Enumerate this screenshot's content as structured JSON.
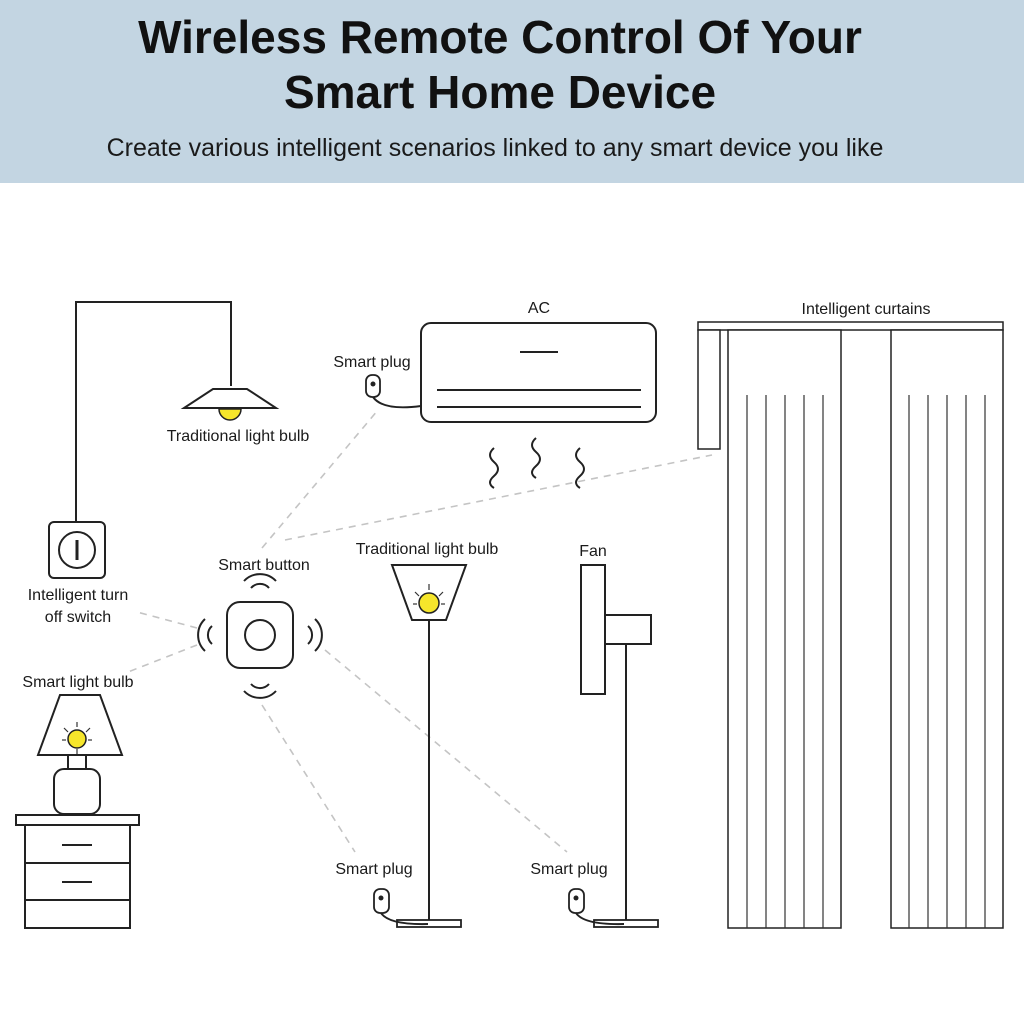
{
  "header": {
    "title_line1": "Wireless Remote Control Of Your",
    "title_line2": "Smart Home Device",
    "subtitle": "Create various intelligent scenarios linked to any smart device you like"
  },
  "labels": {
    "traditional_bulb_ceiling": "Traditional light bulb",
    "switch_line1": "Intelligent turn",
    "switch_line2": "off switch",
    "smart_light_bulb": "Smart light bulb",
    "smart_button": "Smart button",
    "smart_plug_ac": "Smart plug",
    "ac": "AC",
    "intelligent_curtains": "Intelligent curtains",
    "traditional_bulb_lamp": "Traditional light bulb",
    "fan": "Fan",
    "smart_plug_lamp": "Smart plug",
    "smart_plug_fan": "Smart plug"
  },
  "colors": {
    "header_bg": "#c3d5e2",
    "bulb": "#f6e62b",
    "line": "#222222",
    "dashed_link": "#c4c4c4"
  },
  "icons": {
    "switch": "power-switch-icon",
    "button": "smart-button-icon",
    "signal": "wireless-signal-icon",
    "plug": "smart-plug-icon"
  }
}
